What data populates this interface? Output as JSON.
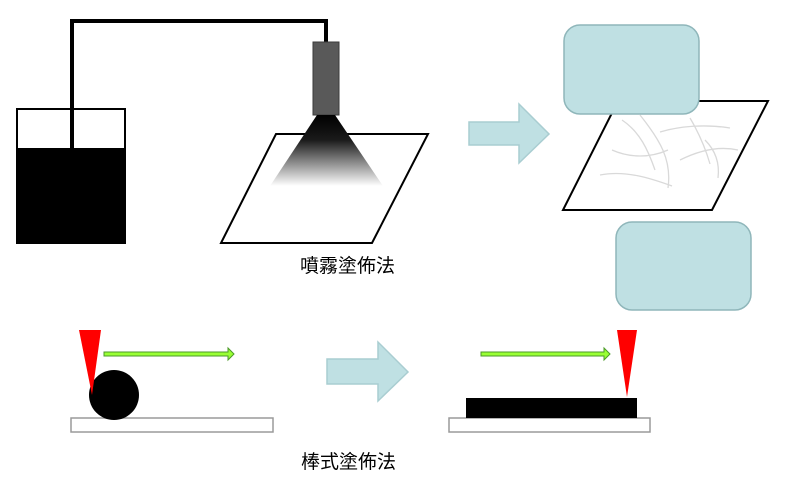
{
  "captions": {
    "spray_coating": "噴霧塗佈法",
    "bar_coating": "棒式塗佈法"
  },
  "colors": {
    "ink": "#000000",
    "nozzle": "#595959",
    "process_arrow_fill": "#bfe0e3",
    "process_arrow_stroke": "#a9cdd1",
    "blank_box_fill": "#bfe0e3",
    "blank_box_stroke": "#8fb6ba",
    "blade": "#ff0000",
    "motion_arrow_fill": "#99ff33",
    "motion_arrow_stroke": "#4c9a2a",
    "substrate_stroke": "#9a9a9a",
    "fiber": "#d9d9d9"
  },
  "icons": {
    "spray_step_arrow": "right-block-arrow",
    "bar_step_arrow": "right-block-arrow",
    "bar_motion_before": "right-thin-arrow",
    "bar_motion_after": "right-thin-arrow"
  }
}
